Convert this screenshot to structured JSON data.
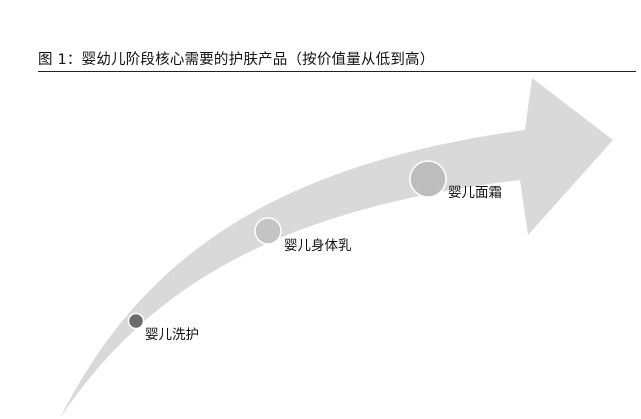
{
  "figure": {
    "caption": "图 1：婴幼儿阶段核心需要的护肤产品（按价值量从低到高）"
  },
  "colors": {
    "arrow_fill": "#d9d9d9",
    "node_1": "#6b6b6b",
    "node_2": "#c4c4c4",
    "node_3": "#bdbdbd",
    "node_stroke": "#ffffff",
    "rule": "#222222"
  },
  "stages": [
    {
      "label": "婴儿洗护"
    },
    {
      "label": "婴儿身体乳"
    },
    {
      "label": "婴儿面霜"
    }
  ]
}
